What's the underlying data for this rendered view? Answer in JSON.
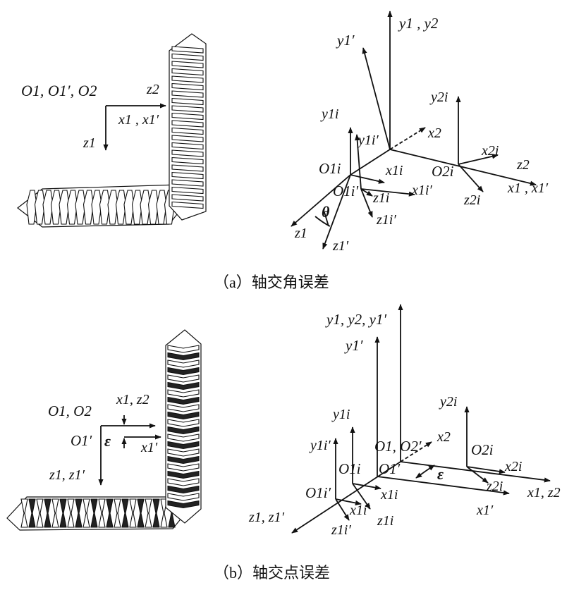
{
  "captions": {
    "a": "（a）轴交角误差",
    "b": "（b）轴交点误差"
  },
  "panel_a": {
    "left_origin_label": "O1, O1′, O2",
    "left_z2": "z2",
    "left_x": "x1 , x1′",
    "left_z1": "z1",
    "y1_y2": "y1 , y2",
    "y1p": "y1′",
    "y2i": "y2i",
    "y1i": "y1i",
    "y1ip": "y1i′",
    "x2": "x2",
    "x2i": "x2i",
    "z2": "z2",
    "O1i": "O1i",
    "x1i": "x1i",
    "O2i": "O2i",
    "x1_x1p": "x1 , x1′",
    "O1ip": "O1i′",
    "z1i": "z1i",
    "x1ip": "x1i′",
    "z2i": "z2i",
    "theta": "θ",
    "z1ip": "z1i′",
    "z1": "z1",
    "z1p": "z1′"
  },
  "panel_b": {
    "left_origin_label": "O1, O2",
    "left_x_z": "x1, z2",
    "left_O1p": "O1′",
    "epsilon": "ε",
    "left_x1p": "x1′",
    "left_z": "z1, z1′",
    "y_top": "y1, y2, y1′",
    "y1p": "y1′",
    "y2i": "y2i",
    "y1i": "y1i",
    "y1ip": "y1i′",
    "O1_O2": "O1, O2′",
    "x2": "x2",
    "O2i": "O2i",
    "x2i": "x2i",
    "O1i": "O1i",
    "O1p": "O1′",
    "epsilon2": "ε",
    "z2i": "z2i",
    "O1ip": "O1i′",
    "x1i": "x1i",
    "x1_z2": "x1, z2",
    "z_left": "z1, z1′",
    "x1ip": "x1i′",
    "z1i": "z1i",
    "x1p": "x1′",
    "z1ip": "z1i′"
  }
}
